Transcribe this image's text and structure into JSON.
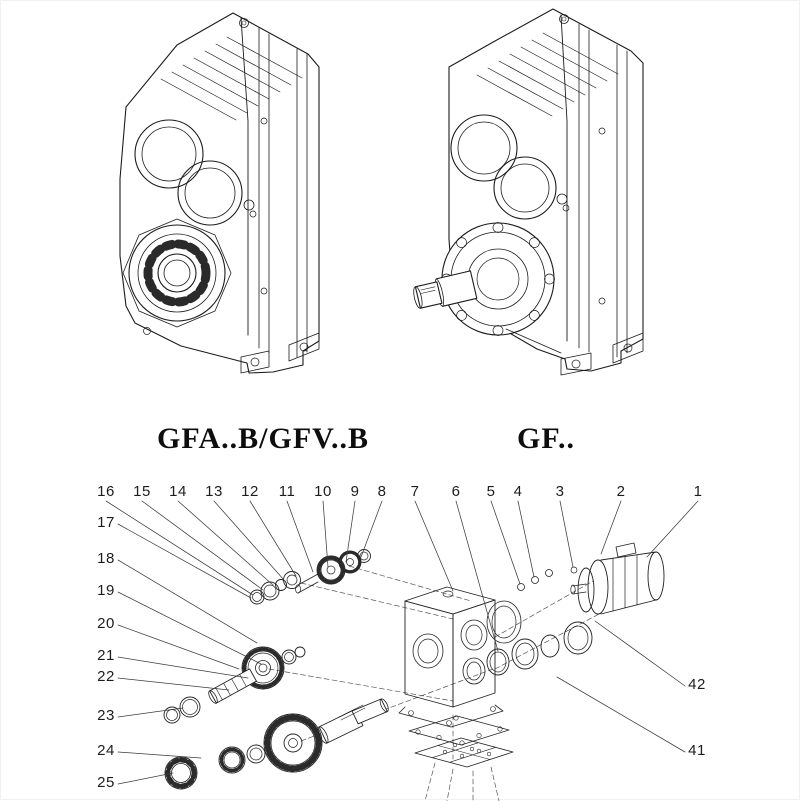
{
  "figures": {
    "left_model_label": "GFA..B/GFV..B",
    "right_model_label": "GF.."
  },
  "exploded_view": {
    "callouts_top": [
      "16",
      "15",
      "14",
      "13",
      "12",
      "11",
      "10",
      "9",
      "8",
      "7",
      "6",
      "5",
      "4",
      "3",
      "2",
      "1"
    ],
    "callouts_left": [
      "17",
      "18",
      "19",
      "20",
      "21",
      "22",
      "23",
      "24",
      "25"
    ],
    "callouts_right": [
      "42",
      "41"
    ]
  },
  "colors": {
    "line": "#1c1c1c",
    "leader": "#3c3c3c",
    "background": "#ffffff"
  }
}
